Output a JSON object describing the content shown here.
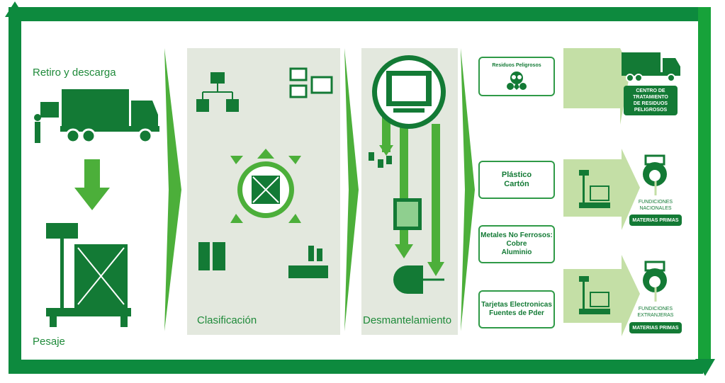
{
  "steps": {
    "retiro": "Retiro y descarga",
    "pesaje": "Pesaje",
    "clasificacion": "Clasificación",
    "desmantelamiento": "Desmantelamiento"
  },
  "materials": [
    {
      "label": "Residuos Peligrosos"
    },
    {
      "label": "Plástico\nCartón"
    },
    {
      "label": "Metales No Ferrosos:\nCobre\nAluminio"
    },
    {
      "label": "Tarjetas Electronicas\nFuentes de Pder"
    }
  ],
  "destinations": {
    "treatment": "CENTRO DE TRATAMIENTO DE RESIDUOS PELIGROSOS",
    "national": "FUNDICIONES NACIONALES",
    "foreign": "FUNDICIONES EXTRANJERAS",
    "raw_materials": "MATERIAS PRIMAS"
  },
  "colors": {
    "frame": "#0d8a3e",
    "accent": "#4caf3a",
    "panel": "#e3e8de",
    "light_arrow": "#c4dfa6"
  }
}
